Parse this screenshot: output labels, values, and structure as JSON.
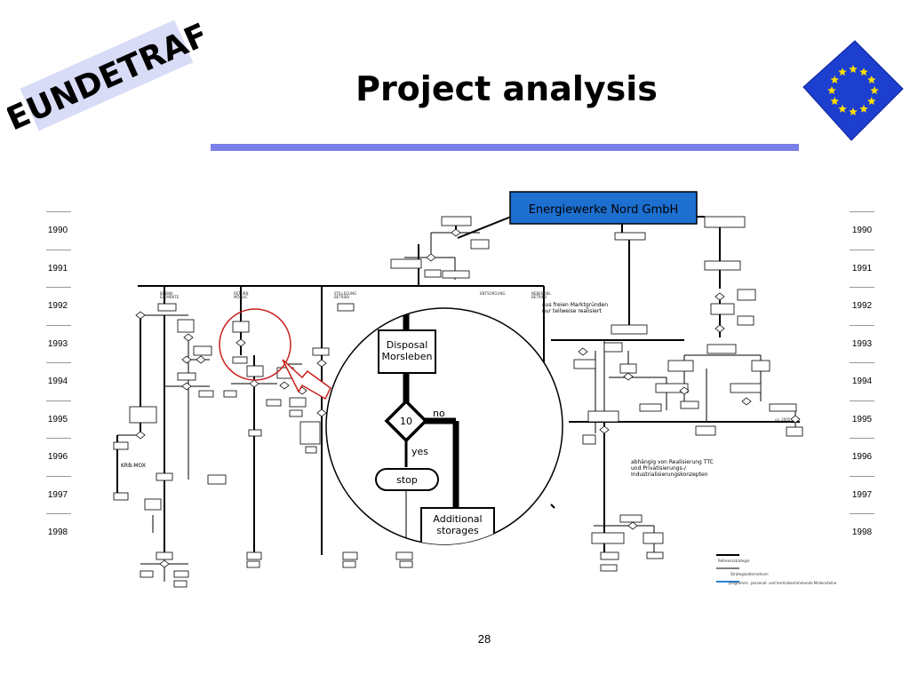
{
  "header": {
    "title": "Project analysis",
    "logo_text": "EUNDETRAF",
    "accent_color": "#7b7fe8"
  },
  "timeline": {
    "years": [
      "1990",
      "1991",
      "1992",
      "1993",
      "1994",
      "1995",
      "1996",
      "1997",
      "1998"
    ]
  },
  "diagram": {
    "company": "Energiewerke Nord GmbH",
    "company_color": "#1d6fd0",
    "zoom": {
      "box_top": "Disposal\nMorsleben",
      "decision": "10",
      "no_label": "no",
      "yes_label": "yes",
      "terminal": "stop",
      "box_bottom": "Additional\nstorages"
    },
    "notes": {
      "market": "aus freien Marktgründen\nnur teilweise realisiert",
      "dependency": "abhängig von Realisierung TTC\nund Privatisierungs-/\nIndustrialisierungskonzepten",
      "krb": "KRB-MOX"
    }
  },
  "footer": {
    "page_number": "28"
  }
}
